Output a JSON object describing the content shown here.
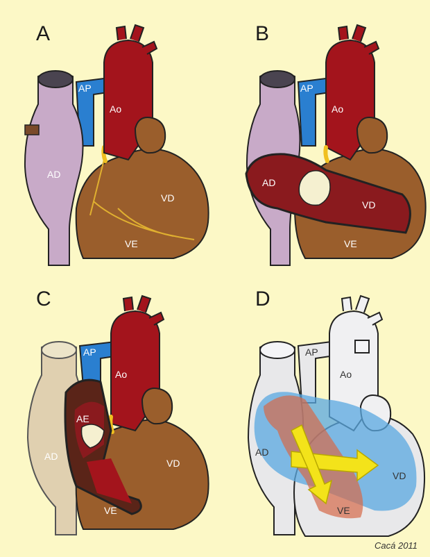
{
  "panels": {
    "a": {
      "letter": "A",
      "labels": {
        "ap": "AP",
        "ao": "Ao",
        "ad": "AD",
        "vd": "VD",
        "ve": "VE"
      }
    },
    "b": {
      "letter": "B",
      "labels": {
        "ap": "AP",
        "ao": "Ao",
        "ad": "AD",
        "vd": "VD",
        "ve": "VE"
      }
    },
    "c": {
      "letter": "C",
      "labels": {
        "ap": "AP",
        "ao": "Ao",
        "ae": "AE",
        "ad": "AD",
        "vd": "VD",
        "ve": "VE"
      }
    },
    "d": {
      "letter": "D",
      "labels": {
        "ap": "AP",
        "ao": "Ao",
        "ad": "AD",
        "vd": "VD",
        "ve": "VE"
      }
    }
  },
  "credit": "Cacá 2011",
  "colors": {
    "background": "#fcf8c6",
    "aorta": "#a3141c",
    "pulmonary_artery": "#2a7fd0",
    "right_atrium": "#c8aac8",
    "ventricle": "#9a5e2c",
    "coronary": "#f0c020",
    "ghost": "#e8e8ea",
    "blue_flow": "#5aa8e0",
    "red_flow": "#d66a48",
    "arrow": "#f3e31a"
  }
}
